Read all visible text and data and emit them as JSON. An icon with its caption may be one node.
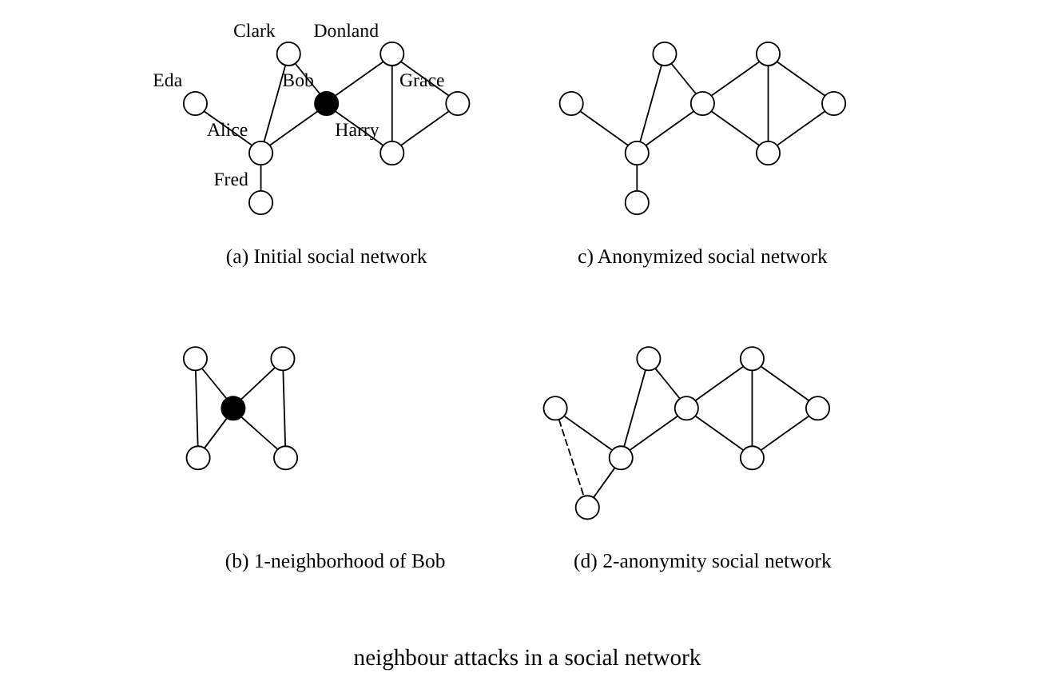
{
  "diagram": {
    "caption": "neighbour attacks in a social network",
    "nodes": [
      {
        "text": [],
        "shape": "circle",
        "beside": [
          "Grace"
        ]
      },
      {
        "text": [],
        "shape": "circle",
        "beside": [
          "Donland"
        ]
      },
      {
        "text": [],
        "shape": "circle",
        "beside": [
          "Harry"
        ]
      },
      {
        "text": [],
        "shape": "dot",
        "beside": [
          "Bob"
        ]
      },
      {
        "text": [],
        "shape": "circle",
        "beside": [
          "Clark"
        ]
      },
      {
        "text": [],
        "shape": "circle",
        "beside": [
          "Alice"
        ]
      },
      {
        "text": [],
        "shape": "circle",
        "beside": [
          "Eda"
        ]
      },
      {
        "text": [],
        "shape": "circle",
        "beside": [
          "Fred"
        ]
      },
      {
        "text": [],
        "shape": "circle"
      },
      {
        "text": [],
        "shape": "circle"
      },
      {
        "text": [],
        "shape": "circle"
      },
      {
        "text": [],
        "shape": "circle"
      },
      {
        "text": [],
        "shape": "circle"
      },
      {
        "text": [],
        "shape": "circle"
      },
      {
        "text": [],
        "shape": "circle"
      },
      {
        "text": [],
        "shape": "circle"
      },
      {
        "text": [],
        "shape": "circle"
      },
      {
        "text": [],
        "shape": "circle"
      },
      {
        "text": [],
        "shape": "dot"
      },
      {
        "text": [],
        "shape": "circle"
      },
      {
        "text": [],
        "shape": "circle"
      },
      {
        "text": [],
        "shape": "circle"
      },
      {
        "text": [],
        "shape": "circle"
      },
      {
        "text": [],
        "shape": "circle"
      },
      {
        "text": [],
        "shape": "circle"
      },
      {
        "text": [],
        "shape": "circle"
      },
      {
        "text": [],
        "shape": "circle"
      },
      {
        "text": [],
        "shape": "circle"
      },
      {
        "text": [],
        "shape": "circle"
      }
    ],
    "edges": [
      {
        "from": 1,
        "to": 0,
        "arrow": "none"
      },
      {
        "from": 0,
        "to": 2,
        "arrow": "none"
      },
      {
        "from": 1,
        "to": 2,
        "arrow": "none"
      },
      {
        "from": 1,
        "to": 3,
        "arrow": "none"
      },
      {
        "from": 3,
        "to": 2,
        "arrow": "none"
      },
      {
        "from": 4,
        "to": 3,
        "arrow": "none"
      },
      {
        "from": 3,
        "to": 5,
        "arrow": "none"
      },
      {
        "from": 4,
        "to": 5,
        "arrow": "none"
      },
      {
        "from": 6,
        "to": 5,
        "arrow": "none"
      },
      {
        "from": 5,
        "to": 7,
        "arrow": "none"
      },
      {
        "from": 9,
        "to": 8,
        "arrow": "none"
      },
      {
        "from": 8,
        "to": 10,
        "arrow": "none"
      },
      {
        "from": 9,
        "to": 10,
        "arrow": "none"
      },
      {
        "from": 9,
        "to": 11,
        "arrow": "none"
      },
      {
        "from": 11,
        "to": 10,
        "arrow": "none"
      },
      {
        "from": 12,
        "to": 11,
        "arrow": "none"
      },
      {
        "from": 11,
        "to": 13,
        "arrow": "none"
      },
      {
        "from": 12,
        "to": 13,
        "arrow": "none"
      },
      {
        "from": 14,
        "to": 13,
        "arrow": "none"
      },
      {
        "from": 13,
        "to": 15,
        "arrow": "none"
      },
      {
        "from": 16,
        "to": 17,
        "arrow": "none"
      },
      {
        "from": 16,
        "to": 18,
        "arrow": "none"
      },
      {
        "from": 18,
        "to": 17,
        "arrow": "none"
      },
      {
        "from": 19,
        "to": 18,
        "arrow": "none"
      },
      {
        "from": 18,
        "to": 20,
        "arrow": "none"
      },
      {
        "from": 19,
        "to": 20,
        "arrow": "none"
      },
      {
        "from": 22,
        "to": 21,
        "arrow": "none"
      },
      {
        "from": 21,
        "to": 23,
        "arrow": "none"
      },
      {
        "from": 22,
        "to": 23,
        "arrow": "none"
      },
      {
        "from": 22,
        "to": 24,
        "arrow": "none"
      },
      {
        "from": 24,
        "to": 23,
        "arrow": "none"
      },
      {
        "from": 25,
        "to": 24,
        "arrow": "none"
      },
      {
        "from": 24,
        "to": 26,
        "arrow": "none"
      },
      {
        "from": 25,
        "to": 26,
        "arrow": "none"
      },
      {
        "from": 27,
        "to": 26,
        "arrow": "none"
      },
      {
        "from": 26,
        "to": 28,
        "arrow": "none"
      },
      {
        "from": 27,
        "to": 28,
        "arrow": "none",
        "style": "dashed"
      }
    ],
    "labels": [
      "(a) Initial social network",
      "c) Anonymized social network",
      "(b) 1-neighborhood of Bob",
      "(d) 2-anonymity social network"
    ]
  }
}
